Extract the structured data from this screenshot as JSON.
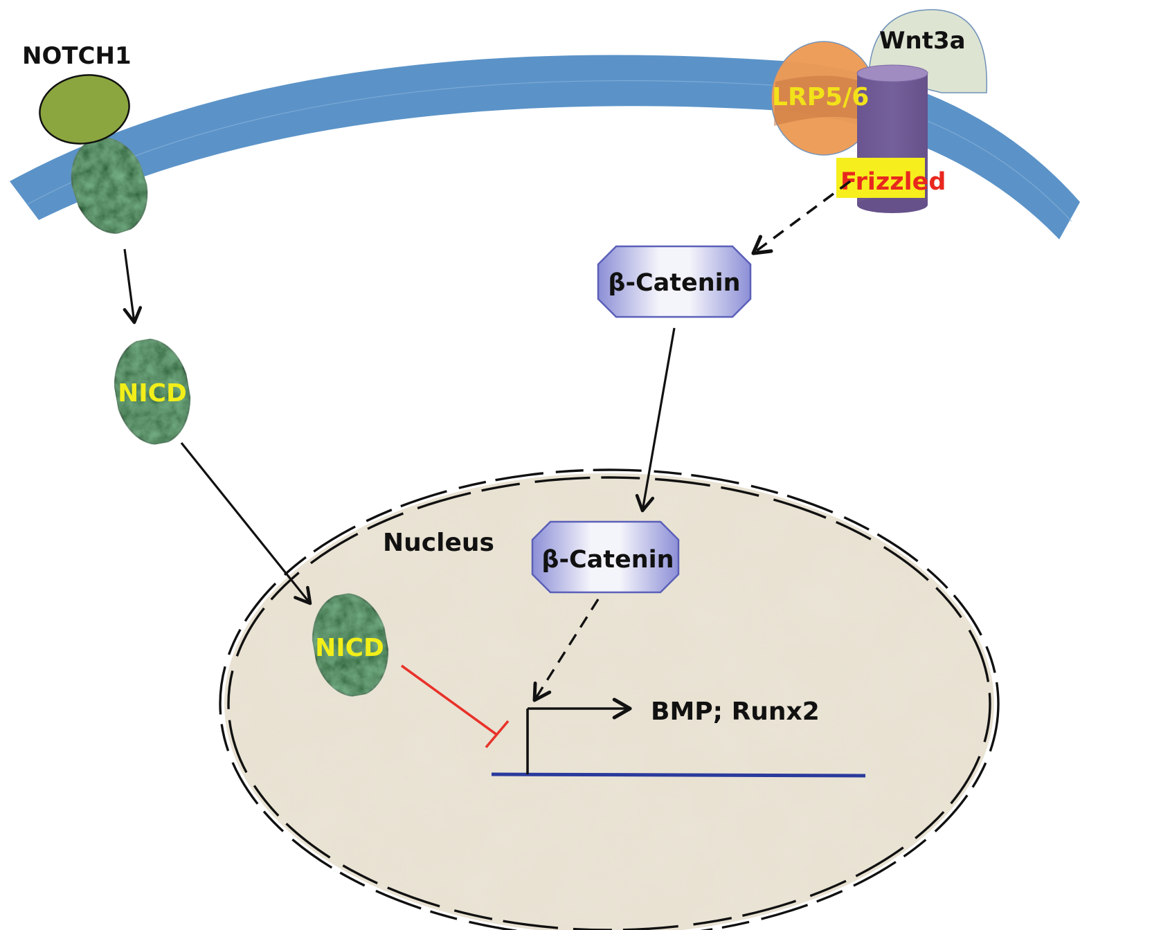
{
  "title": "NOTCH1 and Wnt/β-Catenin signaling in osteogenic transcription",
  "colors": {
    "membrane": "#5B93C8",
    "notch_extracellular": "#8BA63F",
    "notch_intracellular": "#1F5A2C",
    "nicd_text": "#F2EE1A",
    "lrp": "#EE9B55",
    "lrp_text": "#F2E21A",
    "wnt": "#DDE4D2",
    "frizzled": "#6E5690",
    "frizzled_label_bg": "#F6EE1D",
    "frizzled_text": "#E8281E",
    "catenin_border": "#5A5FB8",
    "nucleus_fill": "#E8E1D1",
    "dna": "#2A3A9C",
    "inhibition": "#E8322A",
    "arrow": "#111111"
  },
  "labels": {
    "notch1": "NOTCH1",
    "wnt3a": "Wnt3a",
    "lrp": "LRP5/6",
    "frizzled": "Frizzled",
    "catenin_cytoplasm": "β-Catenin",
    "catenin_nucleus": "β-Catenin",
    "nicd_cytoplasm": "NICD",
    "nicd_nucleus": "NICD",
    "nucleus": "Nucleus",
    "target_genes": "BMP; Runx2"
  },
  "edges": [
    {
      "from": "NOTCH1",
      "to": "NICD (cytoplasm)",
      "type": "activation",
      "style": "solid"
    },
    {
      "from": "NICD (cytoplasm)",
      "to": "NICD (nucleus)",
      "type": "activation",
      "style": "solid"
    },
    {
      "from": "Frizzled",
      "to": "β-Catenin (cytoplasm)",
      "type": "activation",
      "style": "dashed"
    },
    {
      "from": "β-Catenin (cytoplasm)",
      "to": "β-Catenin (nucleus)",
      "type": "activation",
      "style": "solid"
    },
    {
      "from": "β-Catenin (nucleus)",
      "to": "promoter",
      "type": "activation",
      "style": "dashed"
    },
    {
      "from": "NICD (nucleus)",
      "to": "promoter",
      "type": "inhibition",
      "style": "solid"
    },
    {
      "from": "promoter",
      "to": "BMP; Runx2",
      "type": "transcription",
      "style": "solid"
    }
  ]
}
